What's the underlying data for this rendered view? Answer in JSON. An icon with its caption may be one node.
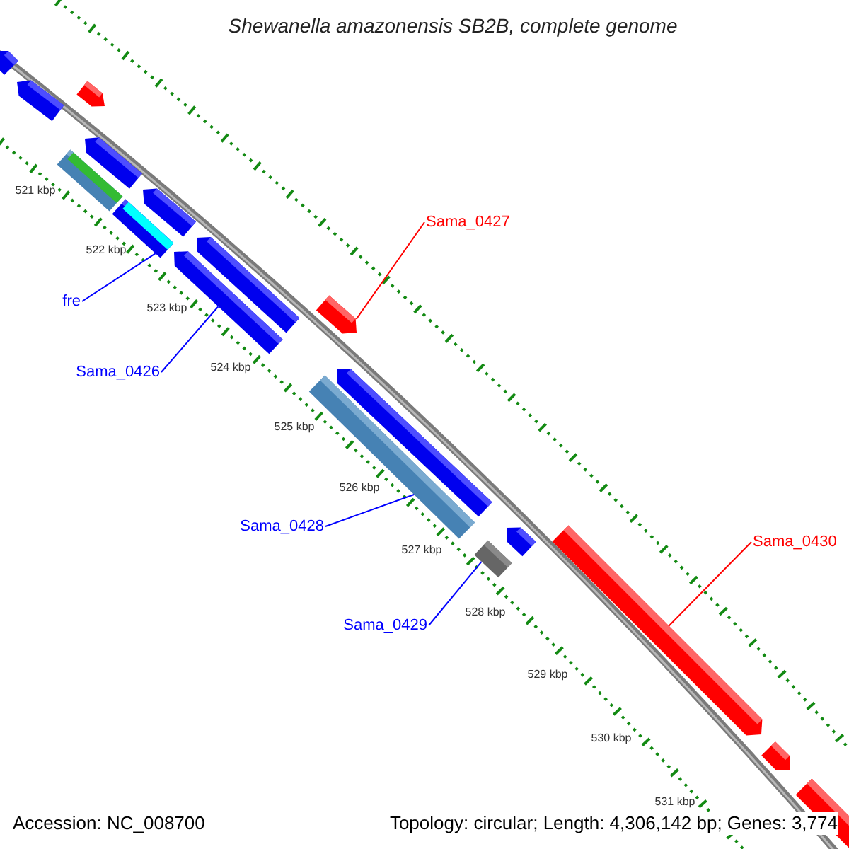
{
  "diagram": {
    "title": "Shewanella amazonensis SB2B, complete genome",
    "nodes": [
      {
        "text": [],
        "shape": "bar"
      },
      {
        "text": [],
        "shape": "bar"
      },
      {
        "text": [],
        "shape": "bar"
      },
      {
        "text": [],
        "shape": "bar"
      },
      {
        "text": [],
        "shape": "bar"
      },
      {
        "text": [],
        "shape": "bar"
      },
      {
        "text": [],
        "shape": "bar"
      },
      {
        "text": [
          "fre"
        ]
      },
      {
        "text": [],
        "shape": "bar"
      },
      {
        "text": [],
        "shape": "bar"
      },
      {
        "text": [
          "Sama_0426"
        ]
      },
      {
        "text": [
          "Sama_0427"
        ]
      },
      {
        "text": [],
        "shape": "bar"
      },
      {
        "text": [],
        "shape": "bar"
      },
      {
        "text": [],
        "shape": "bar"
      },
      {
        "text": [
          "Sama_0428"
        ]
      },
      {
        "text": [],
        "shape": "bar"
      },
      {
        "text": [],
        "shape": "bar"
      },
      {
        "text": [
          "Sama_0429"
        ]
      },
      {
        "text": [
          "Sama_0430"
        ]
      },
      {
        "text": [],
        "shape": "bar"
      },
      {
        "text": [],
        "shape": "bar"
      },
      {
        "text": [],
        "shape": "bar"
      }
    ],
    "edges": [
      {
        "from": 7,
        "to": 6,
        "arrow": "none"
      },
      {
        "from": 10,
        "to": 9,
        "arrow": "none"
      },
      {
        "from": 11,
        "to": 12,
        "arrow": "none",
        "color": "#ff0000"
      },
      {
        "from": 15,
        "to": 14,
        "arrow": "none"
      },
      {
        "from": 18,
        "to": 17,
        "arrow": "none"
      },
      {
        "from": 19,
        "to": 20,
        "arrow": "none",
        "color": "#ff0000"
      }
    ],
    "labels": [
      "521 kbp",
      "522 kbp",
      "523 kbp",
      "524 kbp",
      "525 kbp",
      "526 kbp",
      "527 kbp",
      "528 kbp",
      "529 kbp",
      "530 kbp",
      "531 kbp",
      "Accession: NC_008700",
      "Topology: circular; Length: 4,306,142 bp; Genes: 3,774"
    ]
  }
}
